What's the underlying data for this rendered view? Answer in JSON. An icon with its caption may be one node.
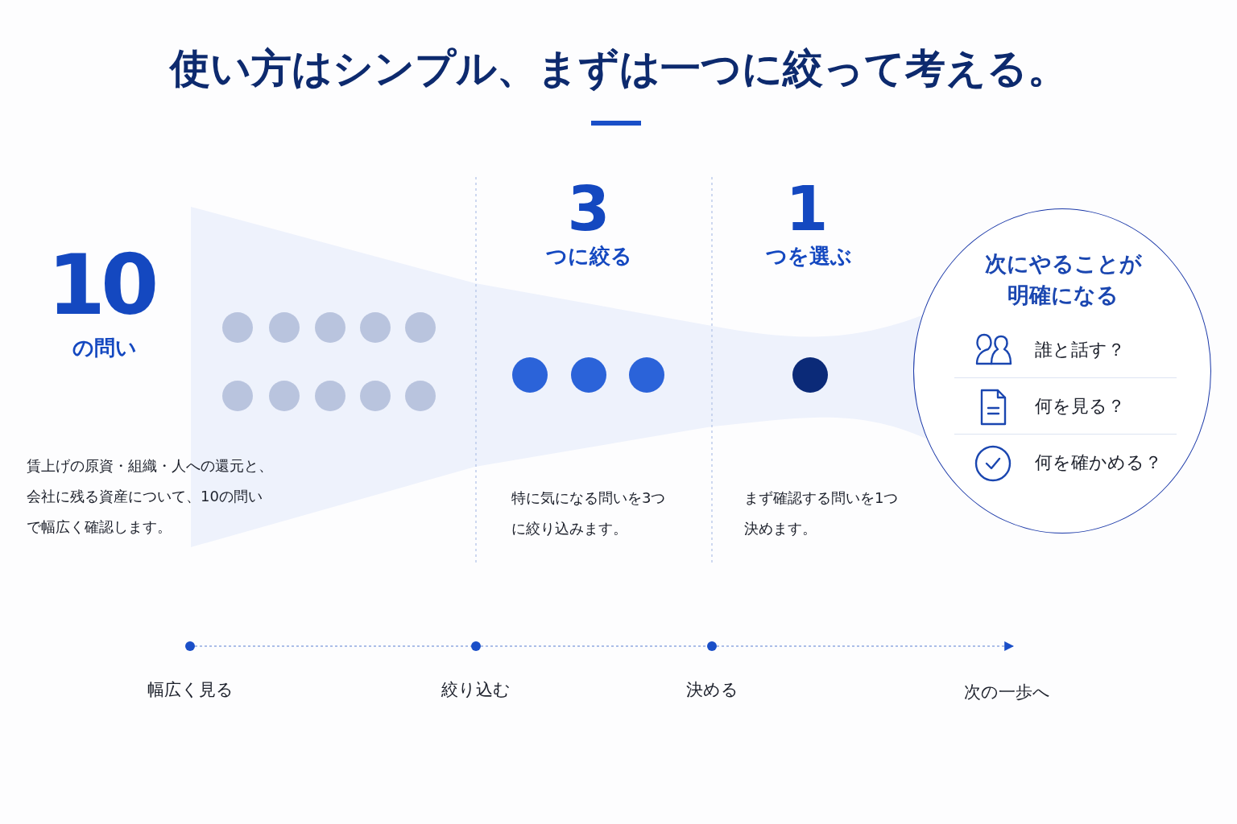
{
  "diagram": {
    "title": "使い方はシンプル、まずは一つに絞って考える。",
    "nodes": [
      {
        "text": [
          "次にやることが明確になる",
          "誰と話す？",
          "何を見る？",
          "何を確かめる？"
        ]
      },
      {
        "text": [],
        "shape": "circle",
        "beside": [
          "幅広く見る"
        ]
      },
      {
        "text": [],
        "shape": "circle",
        "beside": [
          "絞り込む"
        ]
      },
      {
        "text": [],
        "shape": "circle",
        "beside": [
          "決める"
        ]
      }
    ],
    "edges": [
      {
        "from": 1,
        "to": 2,
        "arrow": "none",
        "style": "dashed"
      },
      {
        "from": 2,
        "to": 3,
        "arrow": "none",
        "style": "dashed"
      },
      {
        "from": 3,
        "to": null,
        "arrow": "to",
        "style": "dashed"
      }
    ],
    "labels": [
      "3",
      "つに絞る",
      "1",
      "つを選ぶ",
      "10",
      "の問い",
      "賃上げの原資・組織・人への還元と、会社に残る資産について、10の問いで幅広く確認します。",
      "特に気になる問いを3つに絞り込みます。",
      "まず確認する問いを1つ決めます。",
      "次の一歩へ"
    ]
  }
}
